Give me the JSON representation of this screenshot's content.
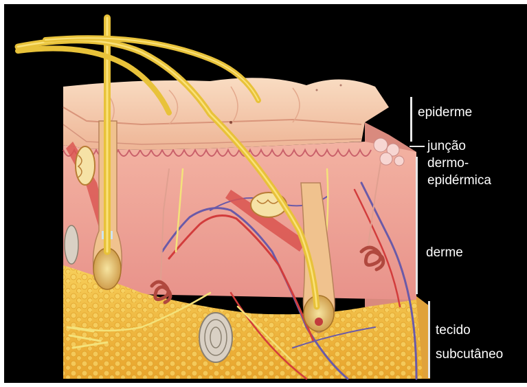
{
  "labels": {
    "epidermis": "epiderme",
    "junction": [
      "junção",
      "dermo-",
      "epidérmica"
    ],
    "dermis": "derme",
    "hypodermis": [
      "tecido",
      "subcutâneo"
    ]
  },
  "colors": {
    "background": "#000000",
    "label_text": "#ffffff",
    "bracket": "#e8e8e8",
    "epidermis": "#f2c2a2",
    "dermis": "#f0a79a",
    "fat": "#f5bf3a",
    "hair": "#e8c23a",
    "vein": "#6a5aa8",
    "artery": "#d23c3c",
    "nerve": "#f4e27a"
  }
}
